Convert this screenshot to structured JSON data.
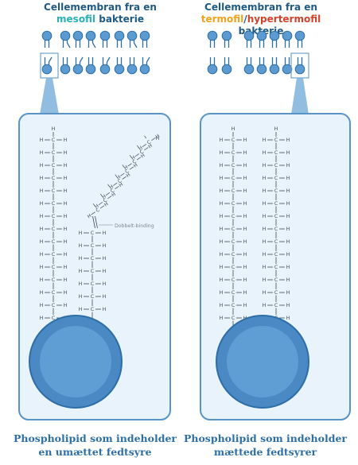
{
  "left": {
    "title_line1": "Cellemembran fra en",
    "title_word": "mesofil",
    "title_rest": " bakterie",
    "caption_line1": "Phospholipid som indeholder",
    "caption_line2": "en umættet fedtsyre",
    "double_bond_label": "Dobbelt-binding"
  },
  "right": {
    "title_line1": "Cellemembran fra en",
    "title_word1": "termofil",
    "title_slash": "/",
    "title_word2": "hypertermofil",
    "title_rest": " bakterie",
    "caption_line1": "Phospholipid som indeholder",
    "caption_line2": "mættede fedtsyrer"
  },
  "chem": {
    "end_atom": "H",
    "group_h": "H",
    "group_c": "C"
  },
  "colors": {
    "title": "#1d5a86",
    "mesofil": "#2ab0b5",
    "termofil": "#f0a21e",
    "hypertermofil": "#d2422b",
    "caption": "#2d6fa6",
    "panel_fill": "#e8f3fb",
    "panel_stroke": "#5a94c6",
    "head_fill": "#5b9bd1",
    "head_stroke": "#2f6ea5",
    "atom_text": "#3a4a5a"
  }
}
